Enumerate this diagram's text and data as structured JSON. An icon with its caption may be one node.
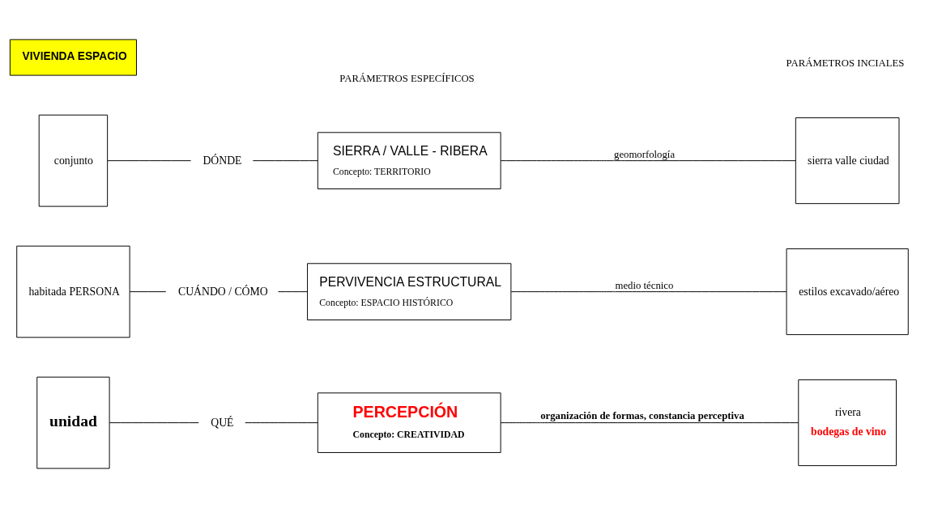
{
  "diagram": {
    "nodes": [
      {
        "text": [
          "VIVIENDA ESPACIO"
        ]
      },
      {
        "text": [
          "conjunto"
        ]
      },
      {
        "text": [
          "habitada PERSONA"
        ]
      },
      {
        "text": [
          "unidad"
        ]
      },
      {
        "text": [
          "DÓNDE"
        ]
      },
      {
        "text": [
          "CUÁNDO / CÓMO"
        ]
      },
      {
        "text": [
          "QUÉ"
        ]
      },
      {
        "text": [
          "SIERRA / VALLE - RIBERA",
          "Concepto: TERRITORIO"
        ]
      },
      {
        "text": [
          "PERVIVENCIA ESTRUCTURAL",
          "Concepto: ESPACIO HISTÓRICO"
        ]
      },
      {
        "text": [
          "PERCEPCIÓN",
          "Concepto: CREATIVIDAD"
        ]
      },
      {
        "text": [
          "sierra valle ciudad"
        ]
      },
      {
        "text": [
          "estilos excavado/aéreo"
        ]
      },
      {
        "text": [
          "rivera",
          "bodegas de vino"
        ]
      }
    ],
    "edges": [
      {
        "from": 1,
        "to": 4,
        "arrow": "none"
      },
      {
        "from": 4,
        "to": 7,
        "arrow": "none"
      },
      {
        "from": 7,
        "to": 10,
        "arrow": "none",
        "label": "geomorfología"
      },
      {
        "from": 2,
        "to": 5,
        "arrow": "none"
      },
      {
        "from": 5,
        "to": 8,
        "arrow": "none"
      },
      {
        "from": 8,
        "to": 11,
        "arrow": "none",
        "label": "medio técnico"
      },
      {
        "from": 3,
        "to": 6,
        "arrow": "none"
      },
      {
        "from": 6,
        "to": 9,
        "arrow": "none"
      },
      {
        "from": 9,
        "to": 12,
        "arrow": "none",
        "label": "organización de formas, constancia perceptiva"
      }
    ],
    "labels": [
      "PARÁMETROS ESPECÍFICOS",
      "PARÁMETROS INCIALES"
    ]
  }
}
